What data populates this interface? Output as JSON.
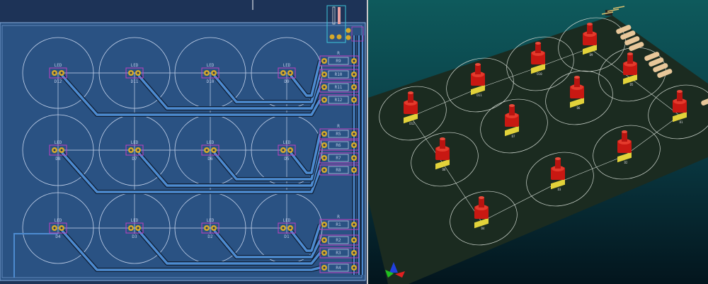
{
  "view2d": {
    "led_value": "LED",
    "res_value": "R",
    "leds": [
      {
        "ref": "D12"
      },
      {
        "ref": "D11"
      },
      {
        "ref": "D10"
      },
      {
        "ref": "D9"
      },
      {
        "ref": "D8"
      },
      {
        "ref": "D7"
      },
      {
        "ref": "D6"
      },
      {
        "ref": "D5"
      },
      {
        "ref": "D4"
      },
      {
        "ref": "D3"
      },
      {
        "ref": "D2"
      },
      {
        "ref": "D1"
      }
    ],
    "resistor_groups": [
      [
        "R9",
        "R10",
        "R11",
        "R12"
      ],
      [
        "R5",
        "R6",
        "R7",
        "R8"
      ],
      [
        "R1",
        "R2",
        "R3",
        "R4"
      ]
    ]
  },
  "view3d": {
    "leds": [
      "D12",
      "D11",
      "D10",
      "D9",
      "D8",
      "D7",
      "D6",
      "D5",
      "D4",
      "D3",
      "D2",
      "D1"
    ]
  },
  "colors": {
    "board2d": "#2a5283",
    "track": "#4d8bd0",
    "pad": "#d6a92a",
    "silk": "#b9c8e6",
    "courtyard": "#c040c0",
    "board3d": "#1b2b20",
    "led3d": "#c81812"
  }
}
